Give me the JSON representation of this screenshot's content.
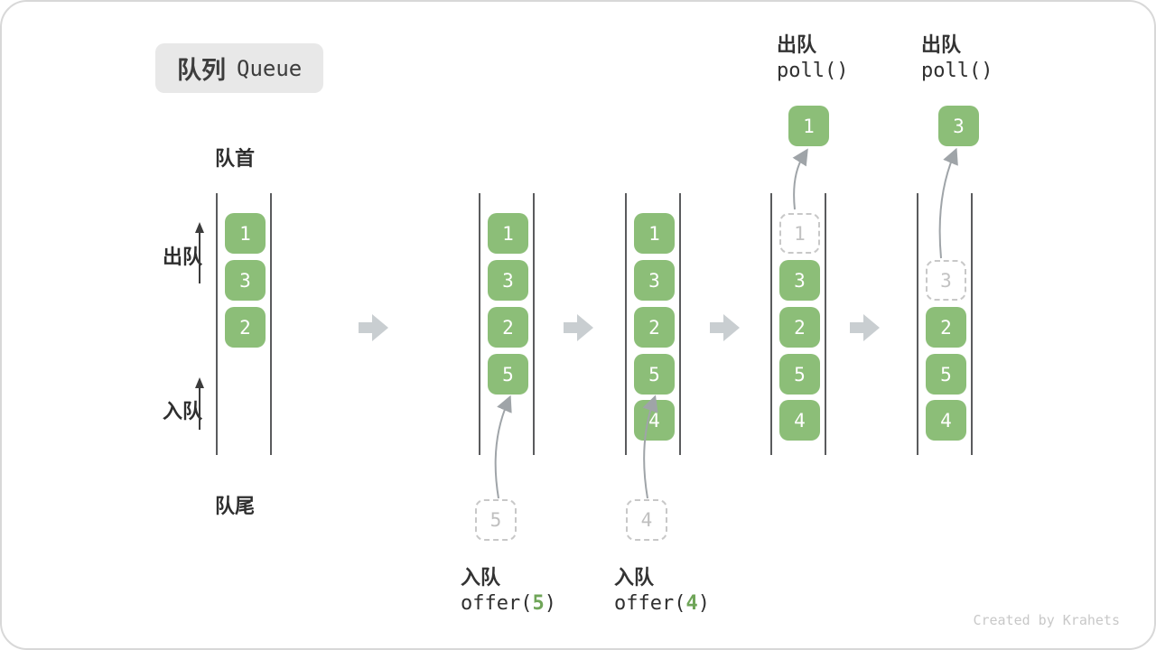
{
  "title": {
    "zh": "队列",
    "en": "Queue"
  },
  "labels": {
    "front": "队首",
    "rear": "队尾",
    "dequeue": "出队",
    "enqueue": "入队"
  },
  "watermark": "Created by Krahets",
  "colors": {
    "item_green": "#8cbe78",
    "dashed_gray": "#c8c8c8",
    "big_arrow_gray": "#c9ced1",
    "text_dark": "#333333",
    "accent_green_text": "#6fa558"
  },
  "states": [
    {
      "slots": [
        {
          "value": "1",
          "type": "green"
        },
        {
          "value": "3",
          "type": "green"
        },
        {
          "value": "2",
          "type": "green"
        }
      ]
    },
    {
      "slots": [
        {
          "value": "1",
          "type": "green"
        },
        {
          "value": "3",
          "type": "green"
        },
        {
          "value": "2",
          "type": "green"
        },
        {
          "value": "5",
          "type": "green"
        }
      ],
      "pending_value": "5",
      "op": {
        "action": "入队",
        "call_prefix": "offer(",
        "arg": "5",
        "call_suffix": ")"
      }
    },
    {
      "slots": [
        {
          "value": "1",
          "type": "green"
        },
        {
          "value": "3",
          "type": "green"
        },
        {
          "value": "2",
          "type": "green"
        },
        {
          "value": "5",
          "type": "green"
        },
        {
          "value": "4",
          "type": "green"
        }
      ],
      "pending_value": "4",
      "op": {
        "action": "入队",
        "call_prefix": "offer(",
        "arg": "4",
        "call_suffix": ")"
      }
    },
    {
      "slots": [
        {
          "value": "1",
          "type": "dashed"
        },
        {
          "value": "3",
          "type": "green"
        },
        {
          "value": "2",
          "type": "green"
        },
        {
          "value": "5",
          "type": "green"
        },
        {
          "value": "4",
          "type": "green"
        }
      ],
      "popped_value": "1",
      "op": {
        "action": "出队",
        "call": "poll()"
      }
    },
    {
      "slots": [
        {
          "value": "",
          "type": "empty"
        },
        {
          "value": "3",
          "type": "dashed"
        },
        {
          "value": "2",
          "type": "green"
        },
        {
          "value": "5",
          "type": "green"
        },
        {
          "value": "4",
          "type": "green"
        }
      ],
      "popped_value": "3",
      "op": {
        "action": "出队",
        "call": "poll()"
      }
    }
  ]
}
